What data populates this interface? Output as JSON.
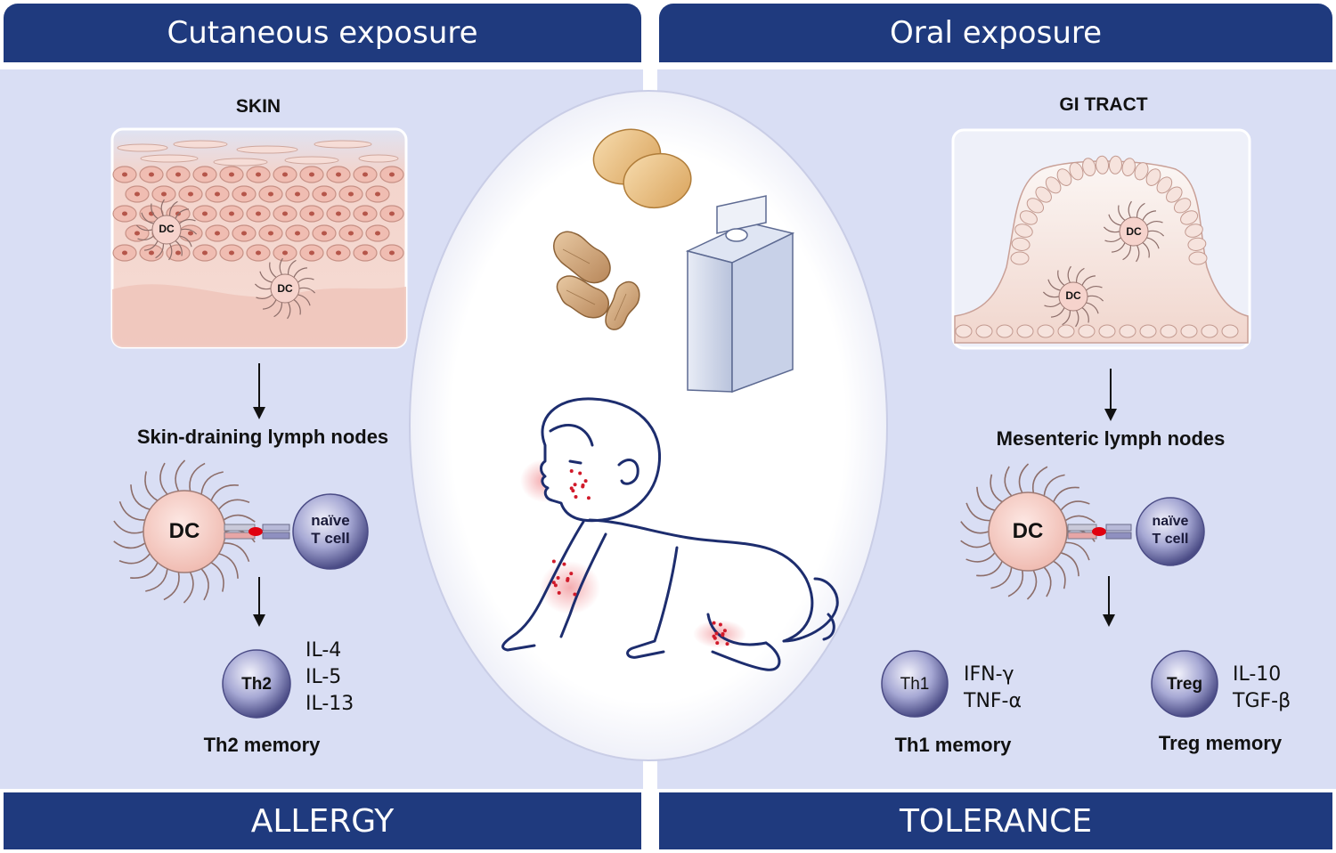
{
  "left": {
    "header": "Cutaneous exposure",
    "tissue_title": "SKIN",
    "tissue_dc1": "DC",
    "tissue_dc2": "DC",
    "node_label": "Skin-draining lymph nodes",
    "dc_label": "DC",
    "tcell_line1": "naïve",
    "tcell_line2": "T cell",
    "effector": "Th2",
    "cytokines": [
      "IL-4",
      "IL-5",
      "IL-13"
    ],
    "memory": "Th2 memory",
    "footer": "ALLERGY"
  },
  "right": {
    "header": "Oral exposure",
    "tissue_title": "GI TRACT",
    "tissue_dc1": "DC",
    "tissue_dc2": "DC",
    "node_label": "Mesenteric lymph nodes",
    "dc_label": "DC",
    "tcell_line1": "naïve",
    "tcell_line2": "T cell",
    "th1": "Th1",
    "th1_cytokines": [
      "IFN-γ",
      "TNF-α"
    ],
    "th1_memory": "Th1 memory",
    "treg": "Treg",
    "treg_cytokines": [
      "IL-10",
      "TGF-β"
    ],
    "treg_memory": "Treg memory",
    "footer": "TOLERANCE"
  },
  "center": {
    "icons": [
      "egg-icon",
      "peanut-icon",
      "milk-carton-icon",
      "crawling-baby-icon"
    ]
  },
  "colors": {
    "header_blue": "#1f3a7e",
    "panel_lavender": "#d9def4",
    "skin_pink": "#f2cfc6",
    "cell_purple": "#5a5b93",
    "rash_red": "#d11a2a"
  }
}
